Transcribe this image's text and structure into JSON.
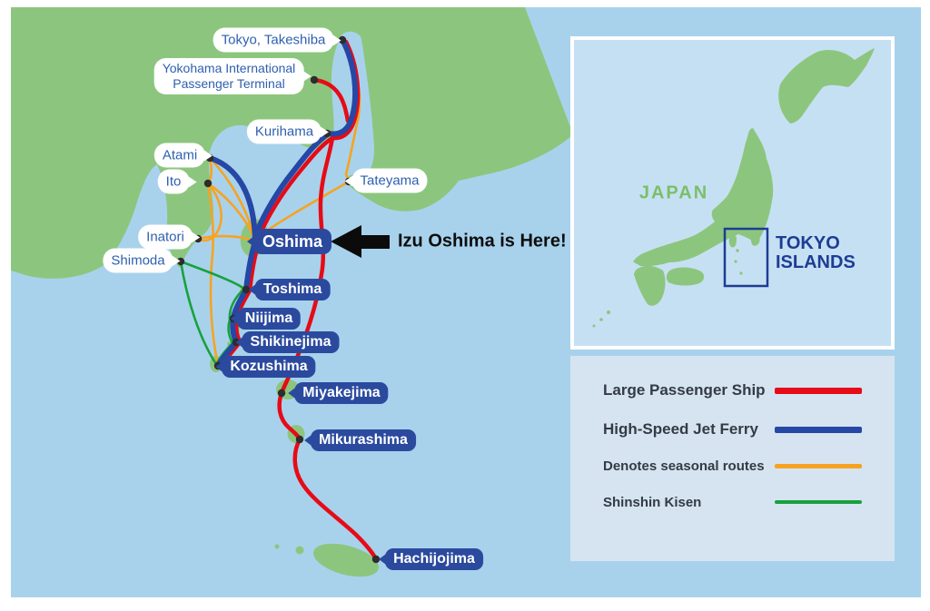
{
  "colors": {
    "sea": "#a8d2ec",
    "land": "#8cc67e",
    "inset-sea": "#c6e0f3",
    "legend-bg": "#d6e4f1",
    "route-red": "#e60b17",
    "route-blue": "#2547a6",
    "route-orange": "#f6a322",
    "route-green": "#17a23c",
    "badge-blue": "#2b4a9e",
    "port-text": "#2e5fae",
    "navy": "#1d3d94",
    "japan-green": "#7abf69",
    "legend-text": "#333b45",
    "dot": "#2d2d2d"
  },
  "map": {
    "ports": [
      {
        "id": "tokyo-takeshiba",
        "label": "Tokyo, Takeshiba"
      },
      {
        "id": "yokohama",
        "line1": "Yokohama International",
        "line2": "Passenger Terminal"
      },
      {
        "id": "kurihama",
        "label": "Kurihama"
      },
      {
        "id": "atami",
        "label": "Atami"
      },
      {
        "id": "ito",
        "label": "Ito"
      },
      {
        "id": "inatori",
        "label": "Inatori"
      },
      {
        "id": "shimoda",
        "label": "Shimoda"
      },
      {
        "id": "tateyama",
        "label": "Tateyama"
      }
    ],
    "islands": [
      {
        "id": "oshima",
        "label": "Oshima"
      },
      {
        "id": "toshima",
        "label": "Toshima"
      },
      {
        "id": "niijima",
        "label": "Niijima"
      },
      {
        "id": "shikinejima",
        "label": "Shikinejima"
      },
      {
        "id": "kozushima",
        "label": "Kozushima"
      },
      {
        "id": "miyakejima",
        "label": "Miyakejima"
      },
      {
        "id": "mikurashima",
        "label": "Mikurashima"
      },
      {
        "id": "hachijojima",
        "label": "Hachijojima"
      }
    ],
    "callout": {
      "text": "Izu Oshima is Here!"
    }
  },
  "inset": {
    "country_label": "JAPAN",
    "region_label_line1": "TOKYO",
    "region_label_line2": "ISLANDS"
  },
  "legend": {
    "items": [
      {
        "label": "Large Passenger Ship",
        "color": "#e60b17"
      },
      {
        "label": "High-Speed Jet Ferry",
        "color": "#2547a6"
      },
      {
        "label": "Denotes seasonal routes",
        "color": "#f6a322"
      },
      {
        "label": "Shinshin Kisen",
        "color": "#17a23c"
      }
    ]
  }
}
